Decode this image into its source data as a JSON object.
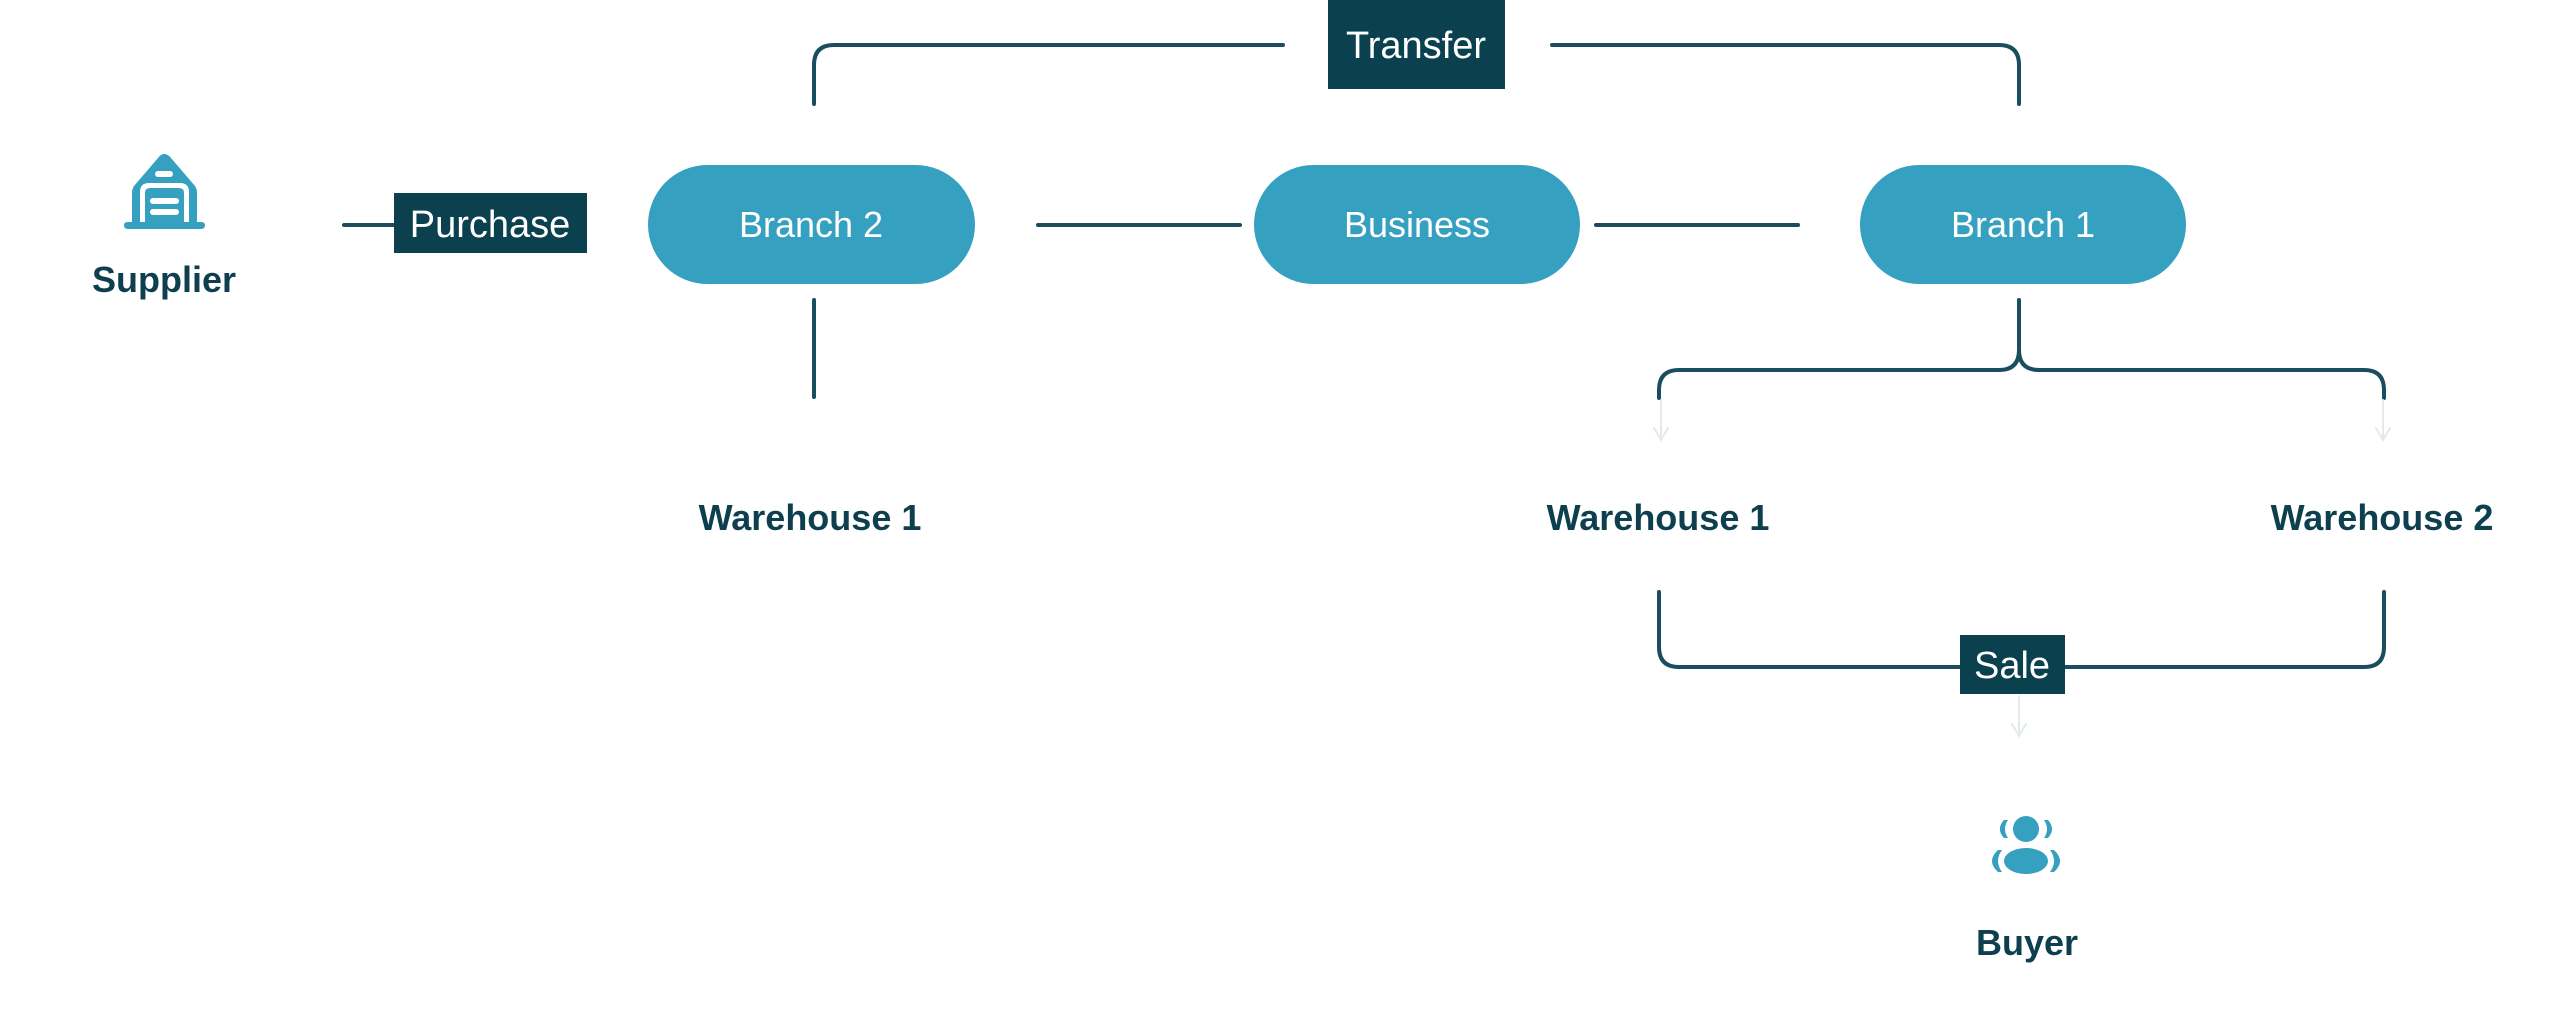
{
  "colors": {
    "node_fill": "#35a0c0",
    "node_text": "#ffffff",
    "tag_fill": "#0b404f",
    "edge": "#1a4d5e",
    "label": "#0d3f4f",
    "icon": "#35a0c0"
  },
  "nodes": {
    "supplier": {
      "label": "Supplier",
      "icon": "warehouse-building-icon"
    },
    "branch_2": {
      "label": "Branch 2"
    },
    "business": {
      "label": "Business"
    },
    "branch_1": {
      "label": "Branch 1"
    },
    "branch_2_warehouse_1": {
      "label": "Warehouse 1"
    },
    "branch_1_warehouse_1": {
      "label": "Warehouse 1"
    },
    "branch_1_warehouse_2": {
      "label": "Warehouse 2"
    },
    "buyer": {
      "label": "Buyer",
      "icon": "users-group-icon"
    }
  },
  "edge_labels": {
    "purchase": "Purchase",
    "transfer": "Transfer",
    "sale": "Sale"
  },
  "edges": [
    {
      "from": "supplier",
      "to": "branch_2",
      "label": "Purchase"
    },
    {
      "from": "branch_2",
      "to": "branch_1",
      "label": "Transfer"
    },
    {
      "from": "branch_2",
      "to": "business"
    },
    {
      "from": "business",
      "to": "branch_1"
    },
    {
      "from": "branch_2",
      "to": "branch_2_warehouse_1"
    },
    {
      "from": "branch_1",
      "to": "branch_1_warehouse_1"
    },
    {
      "from": "branch_1",
      "to": "branch_1_warehouse_2"
    },
    {
      "from": "branch_1_warehouse_1",
      "to": "buyer",
      "label": "Sale"
    },
    {
      "from": "branch_1_warehouse_2",
      "to": "buyer",
      "label": "Sale"
    }
  ]
}
